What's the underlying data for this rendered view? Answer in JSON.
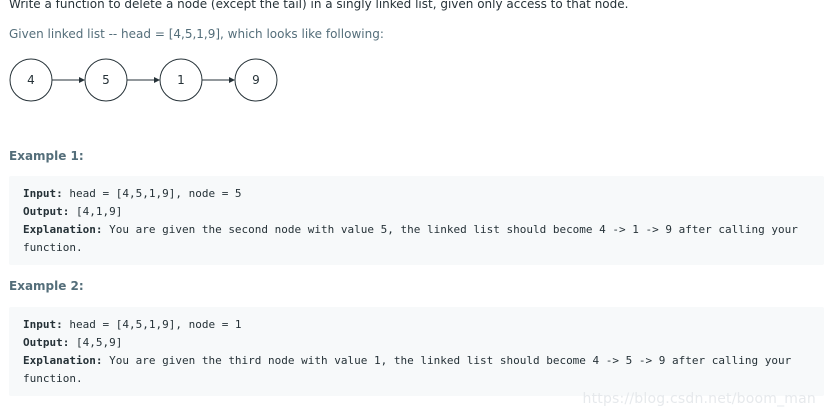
{
  "intro_text": "Write a function to delete a node (except the tail) in a singly linked list, given only access to that node.",
  "given_text": "Given linked list -- head = [4,5,1,9], which looks like following:",
  "linked_list": {
    "nodes": [
      "4",
      "5",
      "1",
      "9"
    ],
    "colors": {
      "stroke": "#263238",
      "fill": "#ffffff"
    }
  },
  "examples": [
    {
      "heading": "Example 1:",
      "input_label": "Input:",
      "input_value": " head = [4,5,1,9], node = 5",
      "output_label": "Output:",
      "output_value": " [4,1,9]",
      "explanation_label": "Explanation:",
      "explanation_value": " You are given the second node with value 5, the linked list should become 4 -> 1 -> 9 after calling your",
      "explanation_cont": "function."
    },
    {
      "heading": "Example 2:",
      "input_label": "Input:",
      "input_value": " head = [4,5,1,9], node = 1",
      "output_label": "Output:",
      "output_value": " [4,5,9]",
      "explanation_label": "Explanation:",
      "explanation_value": " You are given the third node with value 1, the linked list should become 4 -> 5 -> 9 after calling your",
      "explanation_cont": "function."
    }
  ],
  "watermark": "https://blog.csdn.net/boom_man",
  "colors": {
    "box_background": "#f7f9fa",
    "heading_text": "#546e7a",
    "code_text": "#263238"
  }
}
